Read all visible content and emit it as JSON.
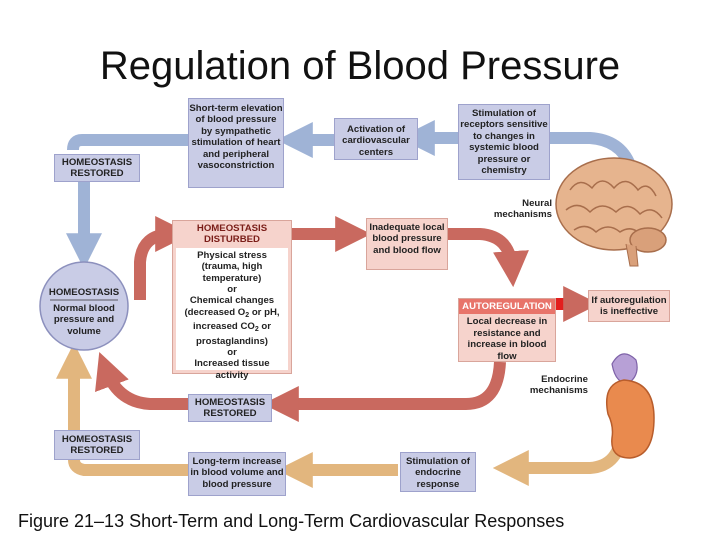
{
  "title": "Regulation of Blood Pressure",
  "caption": "Figure 21–13 Short-Term and Long-Term Cardiovascular Responses",
  "colors": {
    "neural_arrow": "#9fb3d6",
    "auto_arrow": "#c9695f",
    "endocrine_arrow": "#e2b67e",
    "box_blue": "#c9cce6",
    "box_pink": "#f6d3cc",
    "header_red": "#e8746a",
    "alert_red": "#e31e1e"
  },
  "icons": [
    "brain-icon",
    "kidney-icon"
  ],
  "boxes": {
    "short_term": "Short-term elevation of blood pressure by sympathetic stimulation of heart and peripheral vasoconstriction",
    "activation": "Activation of cardiovascular centers",
    "stimulation_receptors": "Stimulation of receptors sensitive to changes in systemic blood pressure or chemistry",
    "homeostasis_restored_top": "HOMEOSTASIS RESTORED",
    "disturbed_header": "HOMEOSTASIS DISTURBED",
    "disturbed_body": {
      "line1": "Physical stress (trauma, high temperature)",
      "or1": "or",
      "chem_prefix": "Chemical changes (decreased O",
      "o2_sub": "2",
      "chem_mid": " or pH, increased CO",
      "co2_sub": "2",
      "chem_suffix": " or prostaglandins)",
      "or2": "or",
      "line3": "Increased tissue activity"
    },
    "inadequate": "Inadequate local blood pressure and blood flow",
    "homeostasis_label": "HOMEOSTASIS",
    "homeostasis_normal": "Normal blood pressure and volume",
    "autoregulation_header": "AUTOREGULATION",
    "autoregulation_body": "Local decrease in resistance and increase in blood flow",
    "if_auto": "If autoregulation is ineffective",
    "homeostasis_restored_mid": "HOMEOSTASIS RESTORED",
    "homeostasis_restored_bottom": "HOMEOSTASIS RESTORED",
    "long_term": "Long-term increase in blood volume and blood pressure",
    "stimulation_endocrine": "Stimulation of endocrine response"
  },
  "labels": {
    "neural": "Neural mechanisms",
    "endocrine": "Endocrine mechanisms"
  }
}
